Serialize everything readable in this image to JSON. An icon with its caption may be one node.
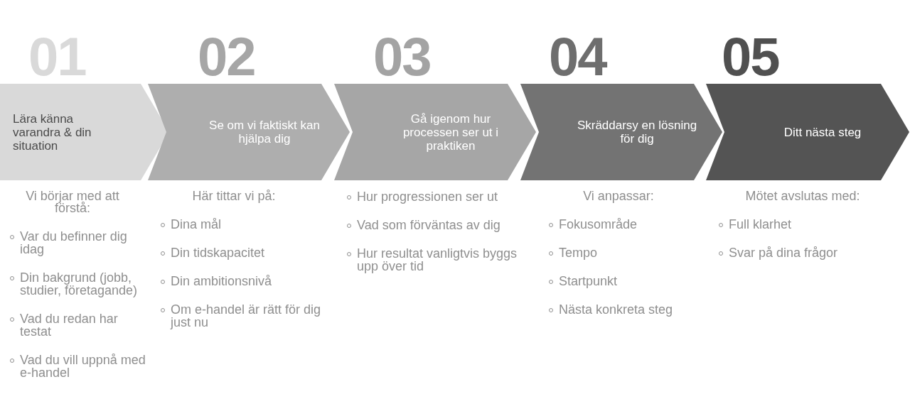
{
  "diagram": {
    "nodes": [
      {
        "text": [
          "01",
          "Lära känna varandra & din situation"
        ],
        "beside": [
          "Vi börjar med att förstå:",
          "Var du befinner dig idag",
          "Din bakgrund (jobb, studier, företagande)",
          "Vad du redan har testat",
          "Vad du vill uppnå med e-handel"
        ]
      },
      {
        "text": [
          "02",
          "Se om vi faktiskt kan hjälpa dig"
        ],
        "beside": [
          "Här tittar vi på:",
          "Dina mål",
          "Din tidskapacitet",
          "Din ambitionsnivå",
          "Om e-handel är rätt för dig just nu"
        ]
      },
      {
        "text": [
          "03",
          "Gå igenom hur processen ser ut i praktiken"
        ],
        "beside": [
          "Hur progressionen ser ut",
          "Vad som förväntas av dig",
          "Hur resultat vanligtvis byggs upp över tid"
        ]
      },
      {
        "text": [
          "04",
          "Skräddarsy en lösning för dig"
        ],
        "beside": [
          "Vi anpassar:",
          "Fokusområde",
          "Tempo",
          "Startpunkt",
          "Nästa konkreta steg"
        ]
      },
      {
        "text": [
          "05",
          "Ditt nästa steg"
        ],
        "beside": [
          "Mötet avslutas med:",
          "Full klarhet",
          "Svar på dina frågor"
        ]
      }
    ]
  }
}
